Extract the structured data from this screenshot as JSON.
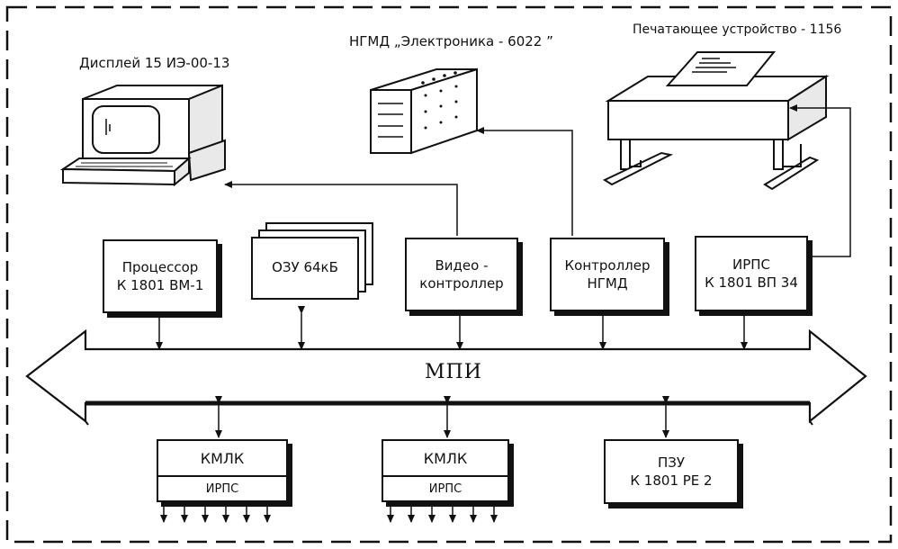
{
  "devices": {
    "display_label": "Дисплей 15 ИЭ-00-13",
    "fdd_label": "НГМД „Электроника - 6022 ”",
    "printer_label": "Печатающее устройство - 1156"
  },
  "modules": {
    "cpu": [
      "Процессор",
      "К 1801 ВМ-1"
    ],
    "ram": "ОЗУ 64кБ",
    "video": [
      "Видео -",
      "контроллер"
    ],
    "fdc": [
      "Контроллер",
      "НГМД"
    ],
    "irps_top": [
      "ИРПС",
      "К 1801 ВП 34"
    ]
  },
  "bus": {
    "label": "МПИ"
  },
  "bottom": {
    "kmlk1": {
      "title": "КМЛК",
      "sub": "ИРПС"
    },
    "kmlk2": {
      "title": "КМЛК",
      "sub": "ИРПС"
    },
    "rom": [
      "ПЗУ",
      "К 1801 РЕ 2"
    ]
  }
}
